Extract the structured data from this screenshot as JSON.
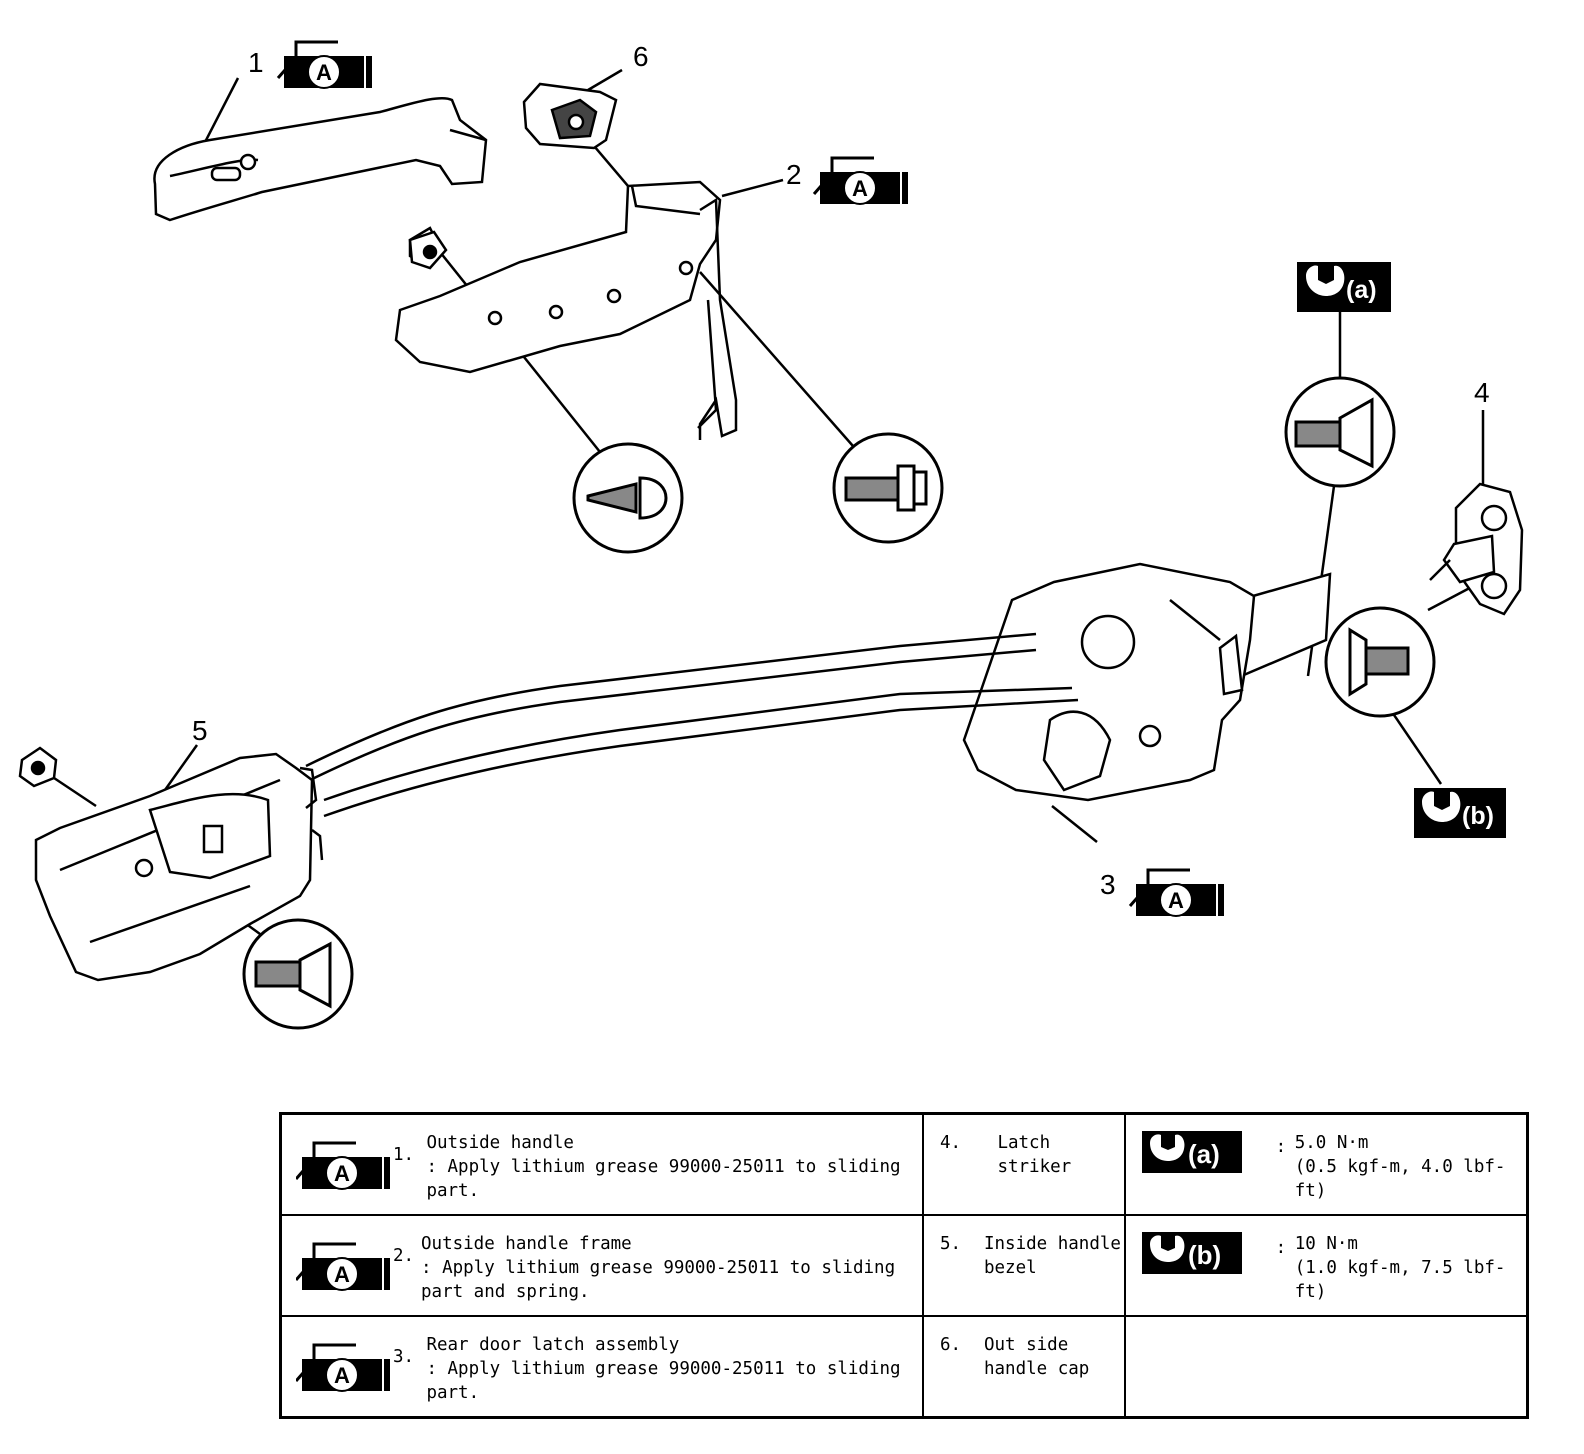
{
  "diagram": {
    "callouts": [
      "1",
      "2",
      "3",
      "4",
      "5",
      "6"
    ],
    "wrench_labels": [
      "(a)",
      "(b)"
    ],
    "grease_symbol_letter": "A"
  },
  "legend": {
    "rows": [
      {
        "grease": {
          "num": "1.",
          "title": "Outside handle",
          "note": ": Apply lithium grease 99000-25011 to sliding part."
        },
        "part": {
          "num": "4.",
          "name": "Latch striker"
        },
        "torque": {
          "label": "(a)",
          "value": "5.0 N·m",
          "detail": "(0.5 kgf-m, 4.0 lbf-ft)"
        }
      },
      {
        "grease": {
          "num": "2.",
          "title": "Outside handle frame",
          "note": ": Apply lithium grease 99000-25011 to sliding part and spring."
        },
        "part": {
          "num": "5.",
          "name": "Inside handle bezel"
        },
        "torque": {
          "label": "(b)",
          "value": "10 N·m",
          "detail": "(1.0 kgf-m, 7.5 lbf-ft)"
        }
      },
      {
        "grease": {
          "num": "3.",
          "title": "Rear door latch assembly",
          "note": ": Apply lithium grease 99000-25011 to sliding part."
        },
        "part": {
          "num": "6.",
          "name": "Out side handle cap"
        }
      }
    ]
  }
}
